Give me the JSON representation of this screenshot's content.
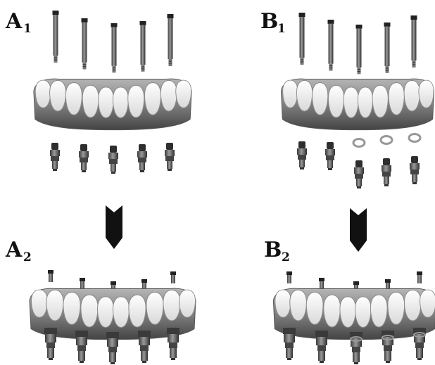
{
  "panels": {
    "a1": {
      "letter": "A",
      "sub": "1"
    },
    "b1": {
      "letter": "B",
      "sub": "1"
    },
    "a2": {
      "letter": "A",
      "sub": "2"
    },
    "b2": {
      "letter": "B",
      "sub": "2"
    }
  },
  "colors": {
    "tooth": "#f3f3f3",
    "tooth_outline": "#8a8a8a",
    "gum": "#7a7a7a",
    "screw": "#5a5a5a",
    "abutment": "#3a3a3a",
    "washer": "#9a9a9a",
    "arrow": "#111111"
  },
  "icons": {
    "arrow": "arrow-down-icon",
    "screw": "screw-icon",
    "abutment": "abutment-icon",
    "washer": "washer-ring-icon",
    "bridge": "dental-bridge-icon"
  }
}
